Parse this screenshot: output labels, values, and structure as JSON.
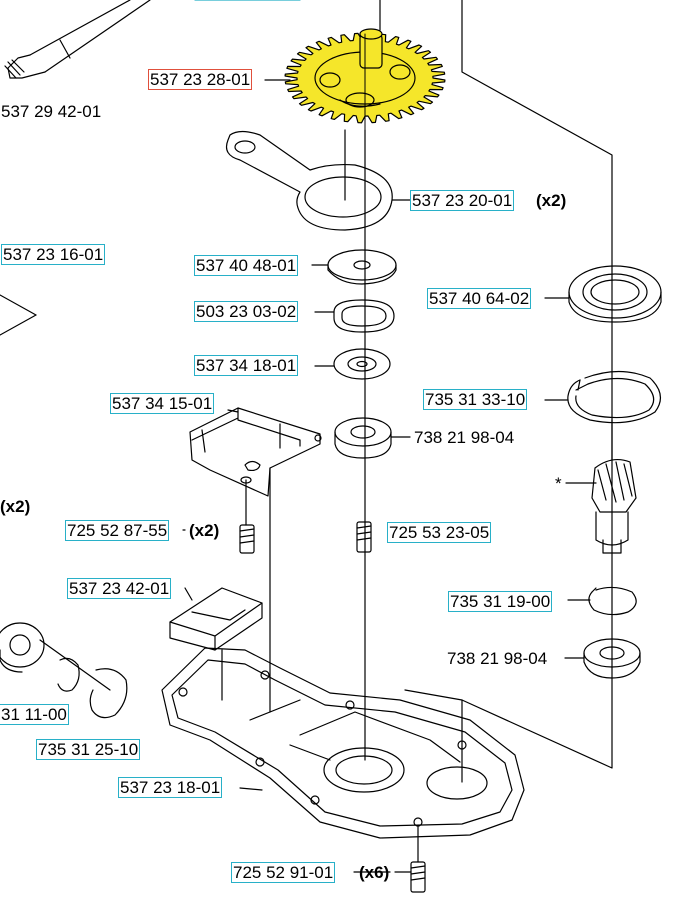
{
  "parts": {
    "gear_highlight_color": "#f5e62a",
    "selected_box_color": "#e0503c",
    "box_color": "#28b0c8",
    "labels": {
      "l1": "537 23 28-01",
      "l2": "537 29 42-01",
      "l3": "537 23 20-01",
      "l4": "537 23 16-01",
      "l5": "537 40 48-01",
      "l6": "537 40 64-02",
      "l7": "503 23 03-02",
      "l8": "537 34 18-01",
      "l9": "537 34 15-01",
      "l10": "735 31 33-10",
      "l11": "738 21 98-04",
      "l12": "725 52 87-55",
      "l13": "725 53 23-05",
      "l14": "537 23 42-01",
      "l15": "735 31 19-00",
      "l16": "738 21 98-04",
      "l17": "31 11-00",
      "l18": "735 31 25-10",
      "l19": "537 23 18-01",
      "l20": "725 52 91-01"
    },
    "quantities": {
      "q1": "(x2)",
      "q2": "(x2)",
      "q3": "(x2)",
      "q4": "(x6)"
    },
    "marker": "*"
  }
}
